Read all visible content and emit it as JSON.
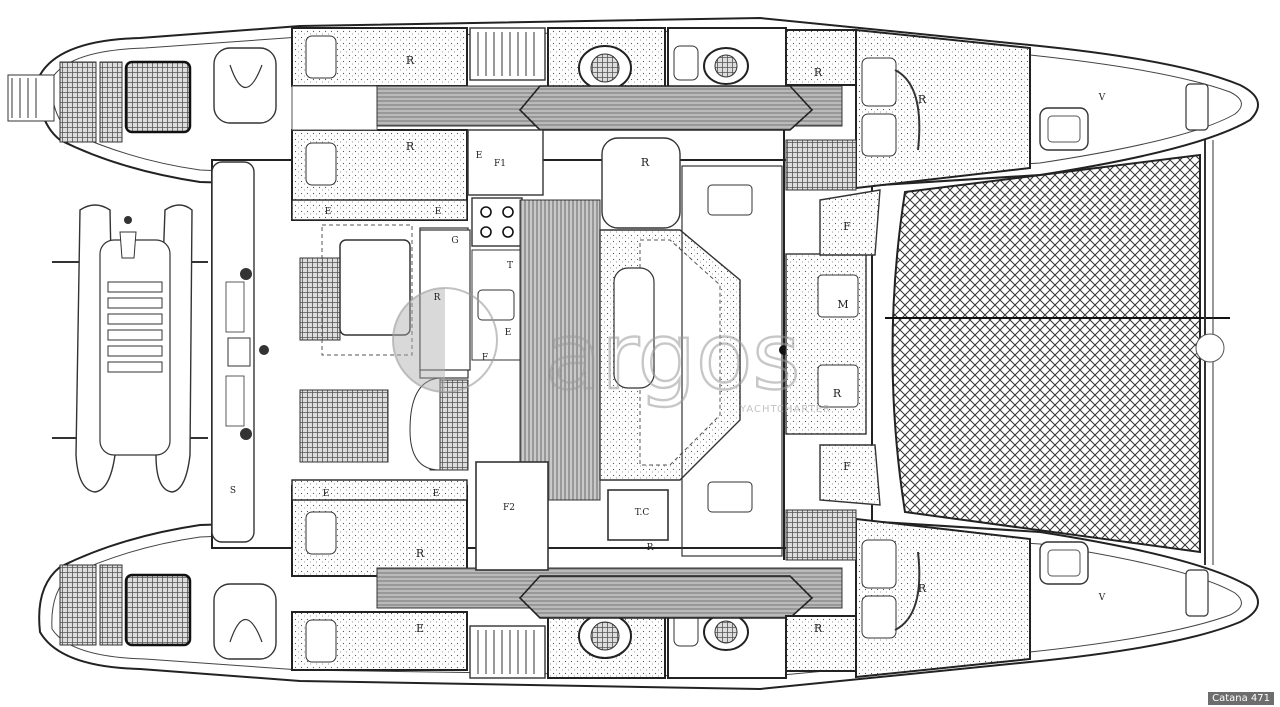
{
  "watermark": {
    "brand": "argos",
    "sub": "YACHTCHARTER"
  },
  "caption": "Catana 471",
  "labels": {
    "r": "R",
    "e": "E",
    "f": "F",
    "f1": "F1",
    "f2": "F2",
    "g": "G",
    "t": "T",
    "m": "M",
    "s": "S",
    "v": "V",
    "tc": "T.C"
  }
}
